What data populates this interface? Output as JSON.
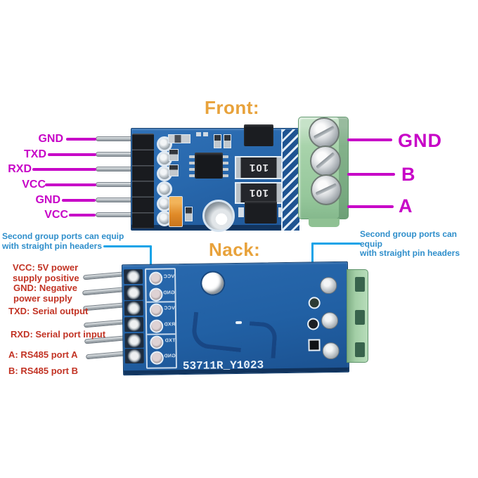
{
  "front": {
    "title": "Front:",
    "left_pin_labels": [
      "GND",
      "TXD",
      "RXD",
      "VCC",
      "GND",
      "VCC"
    ],
    "terminal_labels": [
      "GND",
      "B",
      "A"
    ]
  },
  "back": {
    "title": "Nack:",
    "silkscreen": "53711R_Y1023",
    "header_pin_labels": [
      "VCC",
      "GND",
      "VCC",
      "RXD",
      "TXD",
      "GND"
    ],
    "note_left": "Second group ports can equip\nwith straight pin headers",
    "note_right": "Second group ports can equip\nwith straight pin headers"
  },
  "legend": {
    "items": [
      "VCC: 5V power\nsupply positive",
      "GND: Negative\npower supply",
      "TXD: Serial output",
      "RXD: Serial port input",
      "A: RS485 port A",
      "B: RS485 port B"
    ]
  },
  "components": {
    "capacitor_marking": "101"
  },
  "colors": {
    "label_magenta": "#c703c7",
    "title_orange": "#e8a23b",
    "note_blue": "#2e8ecb",
    "legend_red": "#c23324",
    "pcb_blue": "#2868ad",
    "terminal_green": "#a8d3ab",
    "leader_blue": "#14a3e8"
  }
}
